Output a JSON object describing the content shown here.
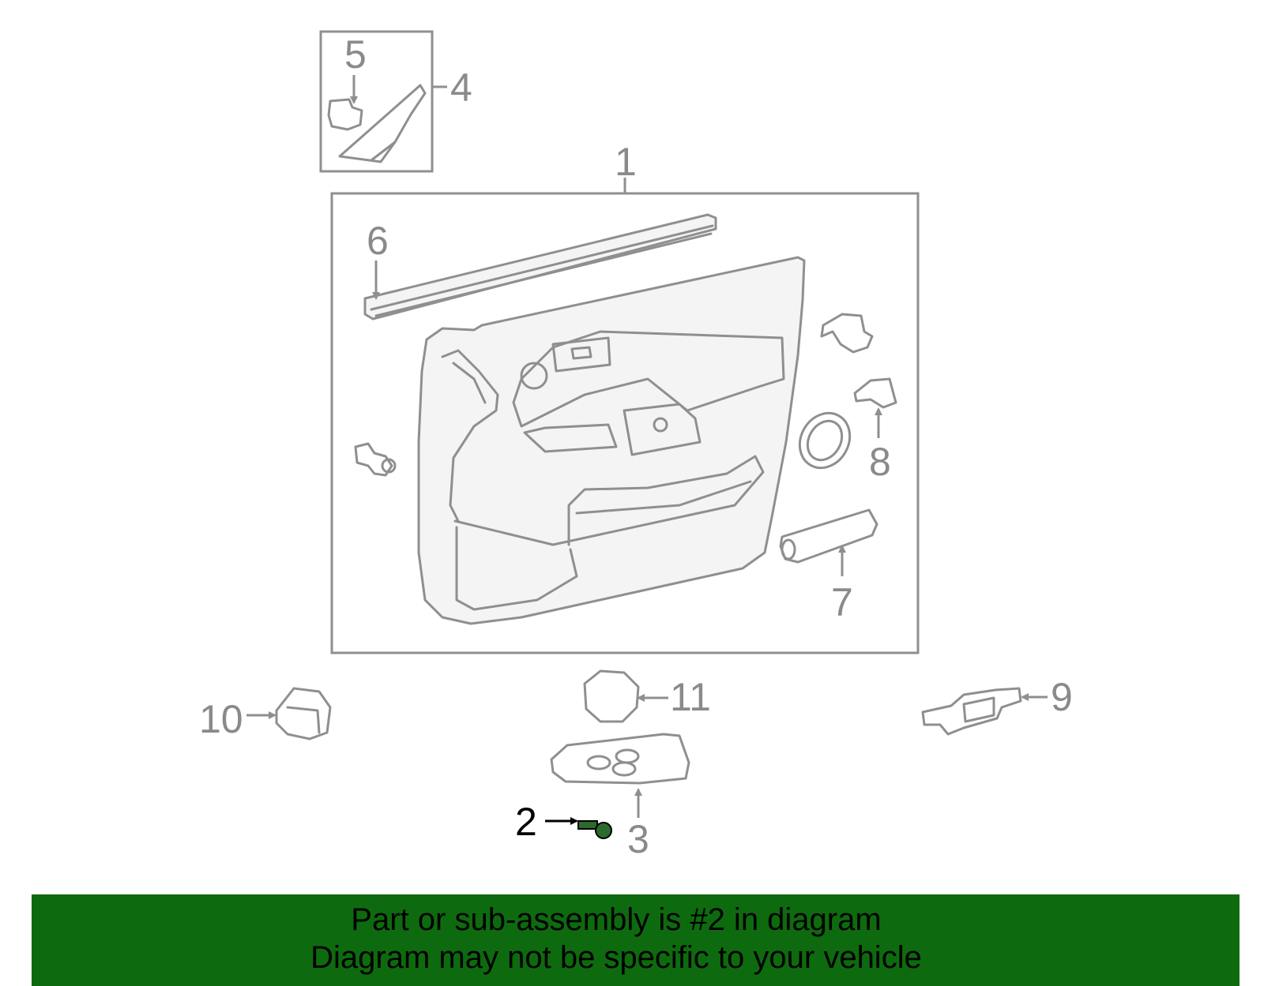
{
  "callouts": {
    "c1": "1",
    "c2": "2",
    "c3": "3",
    "c4": "4",
    "c5": "5",
    "c6": "6",
    "c7": "7",
    "c8": "8",
    "c9": "9",
    "c10": "10",
    "c11": "11"
  },
  "selected_part": "2",
  "colors": {
    "banner": "#0e6a0e",
    "line": "#8f8f8f",
    "selected": "#000000",
    "panel_fill": "#f4f4f4"
  },
  "banner": {
    "line1": "Part or sub-assembly is #2 in diagram",
    "line2": "Diagram may not be specific to your vehicle"
  }
}
